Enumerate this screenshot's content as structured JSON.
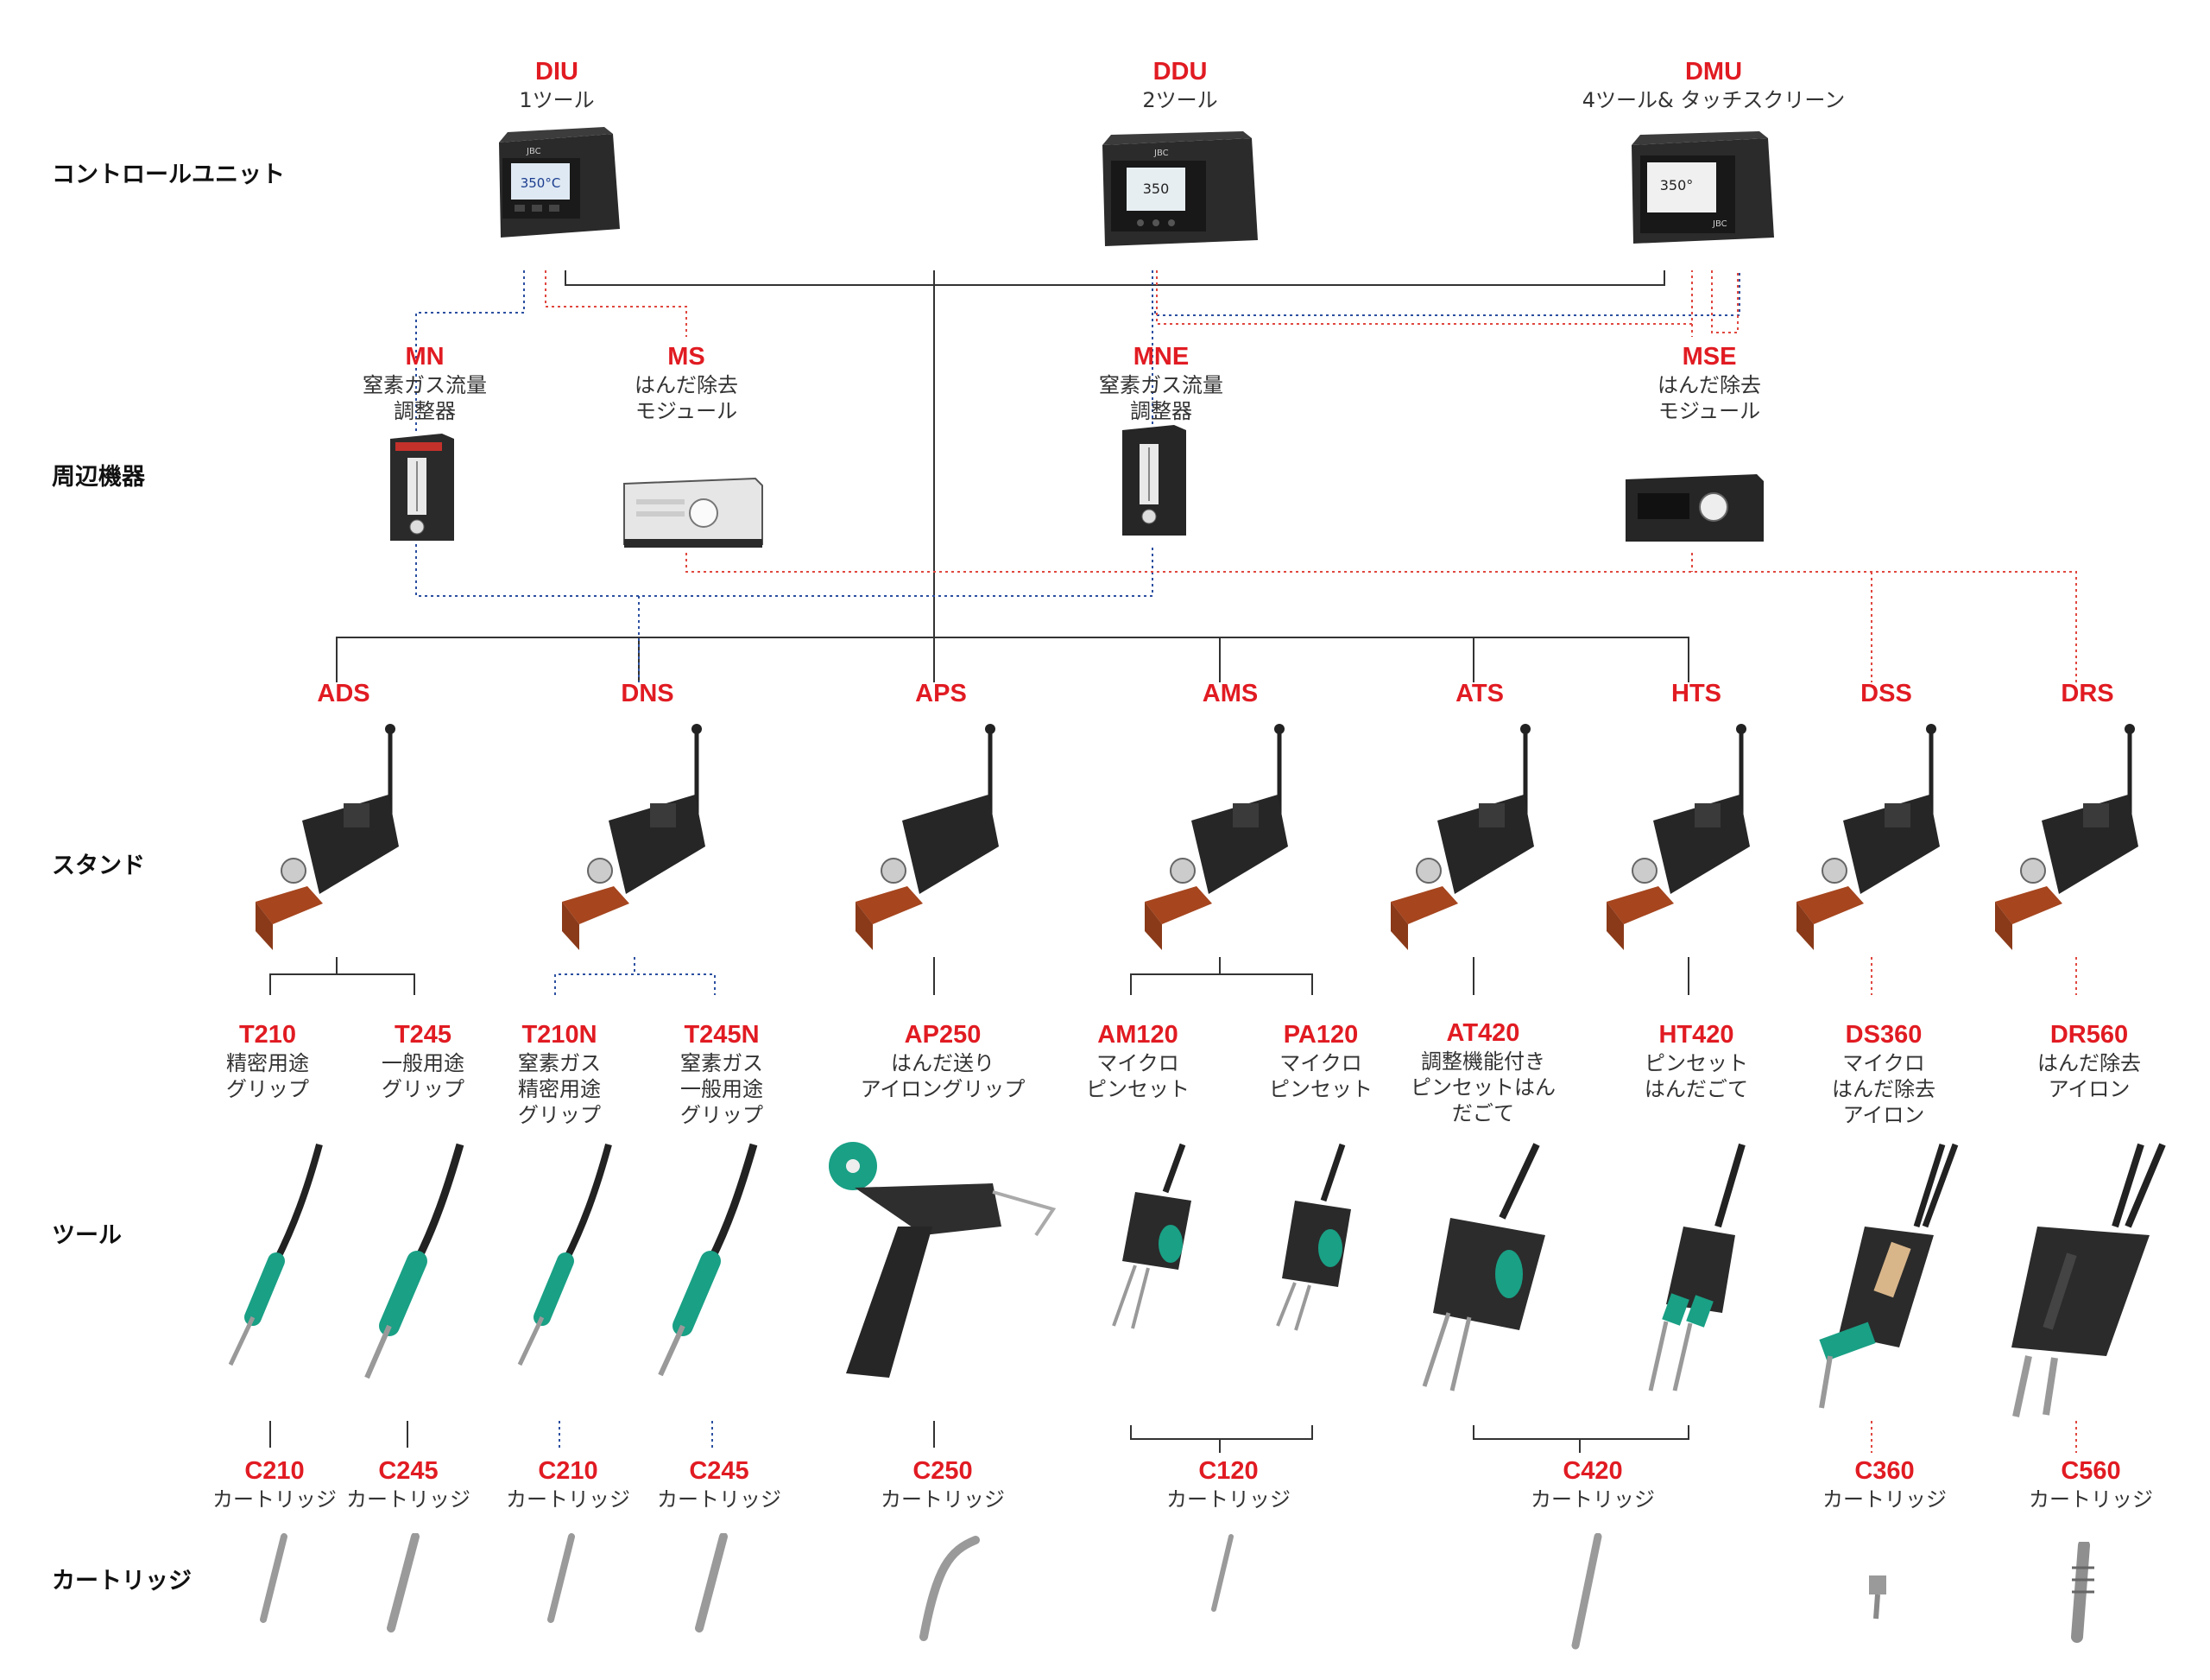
{
  "colors": {
    "accent": "#e11b22",
    "black_line": "#333333",
    "blue_line": "#2b4fa0",
    "red_line": "#e0473f",
    "tool_green": "#19a085",
    "brass": "#a6451e"
  },
  "row_labels": {
    "control_units": "コントロールユニット",
    "peripherals": "周辺機器",
    "stands": "スタンド",
    "tools": "ツール",
    "cartridges": "カートリッジ"
  },
  "control_units": [
    {
      "code": "DIU",
      "desc": [
        "1ツール"
      ],
      "screen": "350°C",
      "brand": "JBC"
    },
    {
      "code": "DDU",
      "desc": [
        "2ツール"
      ],
      "screen": "350",
      "brand": "JBC"
    },
    {
      "code": "DMU",
      "desc": [
        "4ツール& タッチスクリーン"
      ],
      "screen": "350°",
      "brand": "JBC"
    }
  ],
  "peripherals": [
    {
      "code": "MN",
      "desc": [
        "窒素ガス流量",
        "調整器"
      ]
    },
    {
      "code": "MS",
      "desc": [
        "はんだ除去",
        "モジュール"
      ]
    },
    {
      "code": "MNE",
      "desc": [
        "窒素ガス流量",
        "調整器"
      ]
    },
    {
      "code": "MSE",
      "desc": [
        "はんだ除去",
        "モジュール"
      ]
    }
  ],
  "stands": [
    {
      "code": "ADS"
    },
    {
      "code": "DNS"
    },
    {
      "code": "APS"
    },
    {
      "code": "AMS"
    },
    {
      "code": "ATS"
    },
    {
      "code": "HTS"
    },
    {
      "code": "DSS"
    },
    {
      "code": "DRS"
    }
  ],
  "tools": [
    {
      "code": "T210",
      "desc": [
        "精密用途",
        "グリップ"
      ]
    },
    {
      "code": "T245",
      "desc": [
        "一般用途",
        "グリップ"
      ]
    },
    {
      "code": "T210N",
      "desc": [
        "窒素ガス",
        "精密用途",
        "グリップ"
      ]
    },
    {
      "code": "T245N",
      "desc": [
        "窒素ガス",
        "一般用途",
        "グリップ"
      ]
    },
    {
      "code": "AP250",
      "desc": [
        "はんだ送り",
        "アイロングリップ"
      ]
    },
    {
      "code": "AM120",
      "desc": [
        "マイクロ",
        "ピンセット"
      ]
    },
    {
      "code": "PA120",
      "desc": [
        "マイクロ",
        "ピンセット"
      ]
    },
    {
      "code": "AT420",
      "desc": [
        "調整機能付き",
        "ピンセットはん",
        "だごて"
      ]
    },
    {
      "code": "HT420",
      "desc": [
        "ピンセット",
        "はんだごて"
      ]
    },
    {
      "code": "DS360",
      "desc": [
        "マイクロ",
        "はんだ除去",
        "アイロン"
      ]
    },
    {
      "code": "DR560",
      "desc": [
        "はんだ除去",
        "アイロン"
      ]
    }
  ],
  "cartridges": [
    {
      "code": "C210",
      "desc": [
        "カートリッジ"
      ]
    },
    {
      "code": "C245",
      "desc": [
        "カートリッジ"
      ]
    },
    {
      "code": "C210",
      "desc": [
        "カートリッジ"
      ]
    },
    {
      "code": "C245",
      "desc": [
        "カートリッジ"
      ]
    },
    {
      "code": "C250",
      "desc": [
        "カートリッジ"
      ]
    },
    {
      "code": "C120",
      "desc": [
        "カートリッジ"
      ]
    },
    {
      "code": "C420",
      "desc": [
        "カートリッジ"
      ]
    },
    {
      "code": "C360",
      "desc": [
        "カートリッジ"
      ]
    },
    {
      "code": "C560",
      "desc": [
        "カートリッジ"
      ]
    }
  ]
}
